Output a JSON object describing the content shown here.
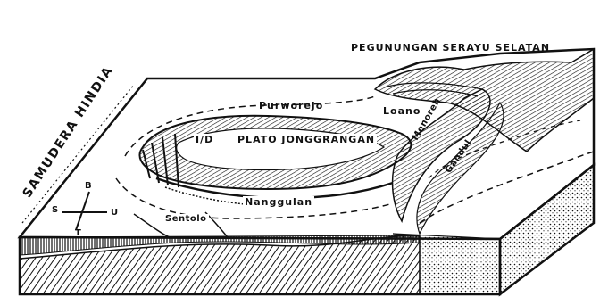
{
  "labels": {
    "mountains": "PEGUNUNGAN SERAYU SELATAN",
    "ocean": "SAMUDERA HINDIA",
    "purworejo": "Purworejo",
    "loano": "Loano",
    "plateau": "PLATO JONGGRANGAN",
    "plateau_code": "I/D",
    "menoreh": "Menoreh",
    "gandul": "Gandul",
    "nanggulan": "Nanggulan",
    "sentolo": "Sentolo"
  },
  "compass": {
    "north": "B",
    "south": "T",
    "west": "S",
    "east": "U"
  }
}
